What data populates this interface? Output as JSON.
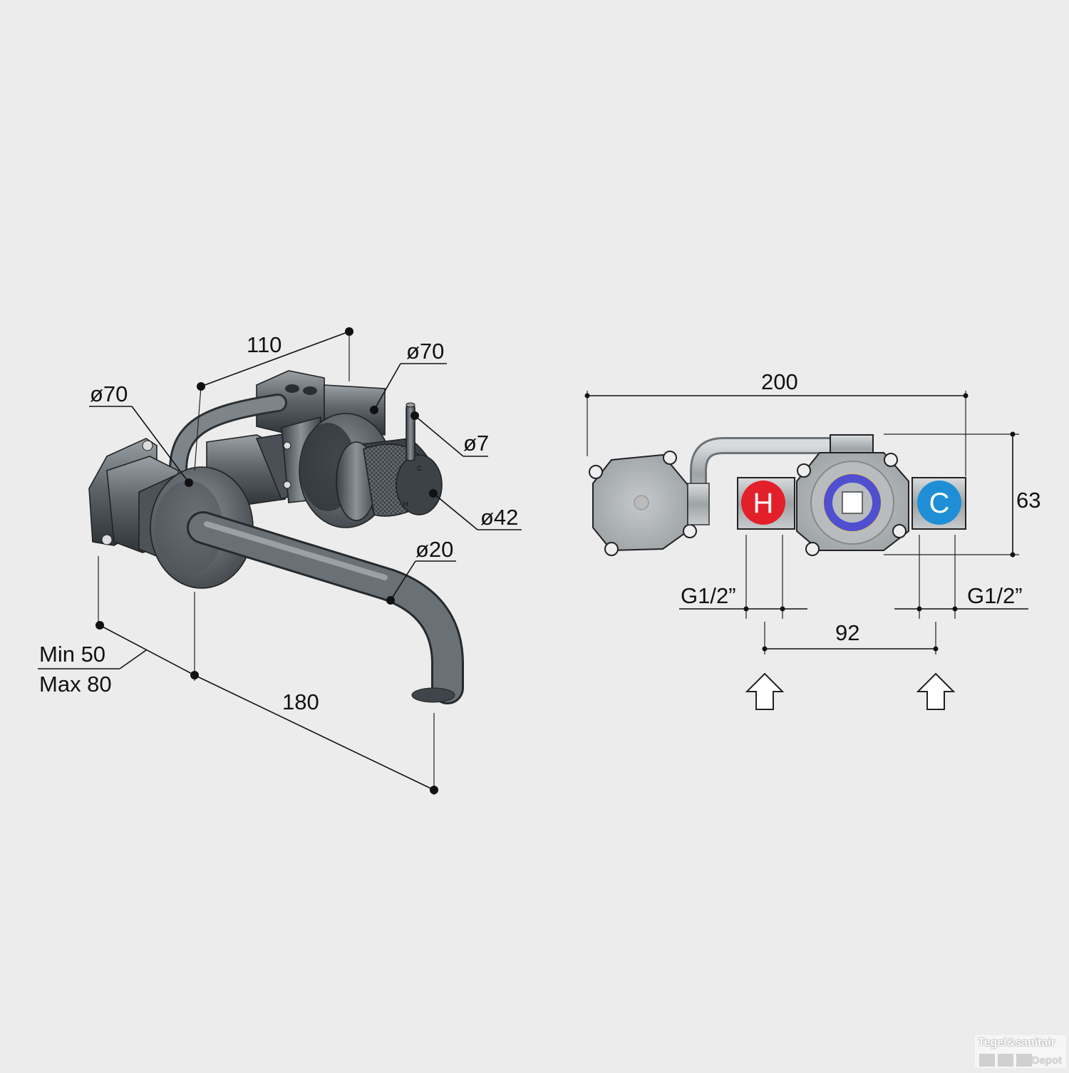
{
  "left_view": {
    "dims": {
      "width_110": "110",
      "rosette_left": "ø70",
      "rosette_right": "ø70",
      "lever": "ø7",
      "handle": "ø42",
      "spout": "ø20",
      "min": "Min 50",
      "max": "Max 80",
      "projection": "180"
    },
    "handle_marks": {
      "cold": "C",
      "hot": "H"
    }
  },
  "right_view": {
    "dims": {
      "width_200": "200",
      "height_63": "63",
      "thread_left": "G1/2”",
      "thread_right": "G1/2”",
      "spacing": "92"
    },
    "hot_label": "H",
    "cold_label": "C",
    "hot_color": "#e3202a",
    "cold_color": "#1e8fd6"
  },
  "watermark": {
    "brand": "Tegel&sanitair",
    "sub": "Depot"
  }
}
